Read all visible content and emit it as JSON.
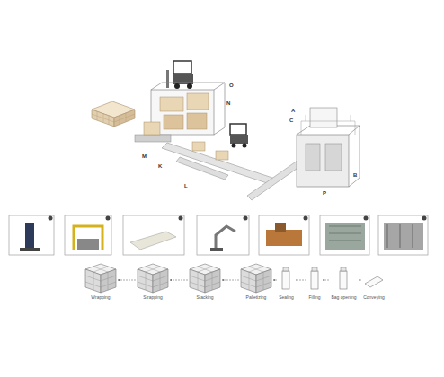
{
  "diagram": {
    "nodes": [
      {
        "text": [
          "Wrapping"
        ]
      },
      {
        "text": [
          "Strapping"
        ]
      },
      {
        "text": [
          "Stacking"
        ]
      },
      {
        "text": [
          "Palletizing"
        ]
      },
      {
        "text": [
          "Sealing"
        ]
      },
      {
        "text": [
          "Filling"
        ]
      },
      {
        "text": [
          "Bag opening"
        ]
      },
      {
        "text": [
          "Conveying"
        ]
      }
    ],
    "edges": [
      {
        "from": 7,
        "to": 6,
        "arrow": "to"
      },
      {
        "from": 6,
        "to": 5,
        "arrow": "to"
      },
      {
        "from": 5,
        "to": 4,
        "arrow": "to"
      },
      {
        "from": 4,
        "to": 3,
        "arrow": "to"
      },
      {
        "from": 3,
        "to": 2,
        "arrow": "to"
      },
      {
        "from": 2,
        "to": 1,
        "arrow": "to"
      },
      {
        "from": 1,
        "to": 0,
        "arrow": "to"
      }
    ],
    "labels": [
      "O",
      "N",
      "M",
      "K",
      "L",
      "A",
      "C",
      "B",
      "P"
    ]
  }
}
